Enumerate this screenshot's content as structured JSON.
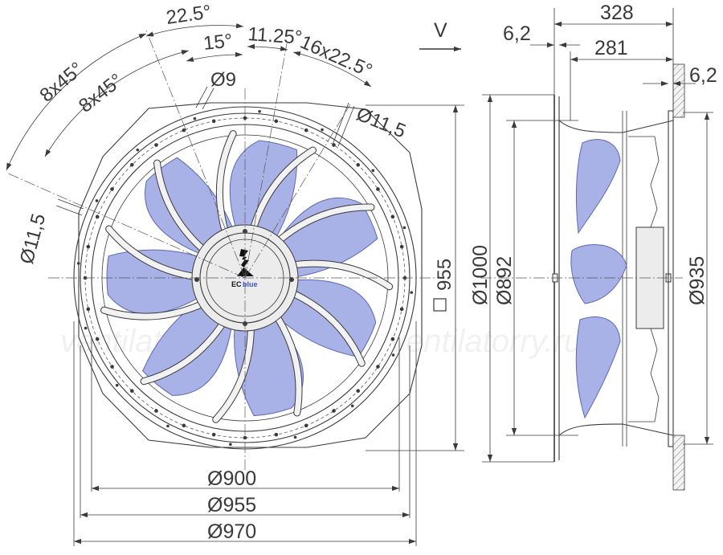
{
  "front_view": {
    "angle_labels": [
      "22.5°",
      "15°",
      "11.25°",
      "16x22.5°",
      "8x45°",
      "8x45°"
    ],
    "hole_labels": [
      "Ø9",
      "Ø11,5",
      "Ø11,5"
    ],
    "square_label": "955",
    "bottom_dims": [
      "Ø900",
      "Ø955",
      "Ø970"
    ],
    "logo": {
      "prefix": "EC",
      "suffix": "blue"
    }
  },
  "side_view": {
    "view_label": "V",
    "top_dims": [
      "328",
      "281",
      "6,2",
      "6,2"
    ],
    "vertical_dims": [
      "Ø1000",
      "Ø892",
      "Ø935"
    ]
  },
  "watermarks": [
    "ventilatorry.ru",
    "ventilatorry.ru"
  ],
  "colors": {
    "blade_fill": "#a9b2e6",
    "blade_edge": "#5d68b4",
    "line": "#3a3a3a"
  }
}
